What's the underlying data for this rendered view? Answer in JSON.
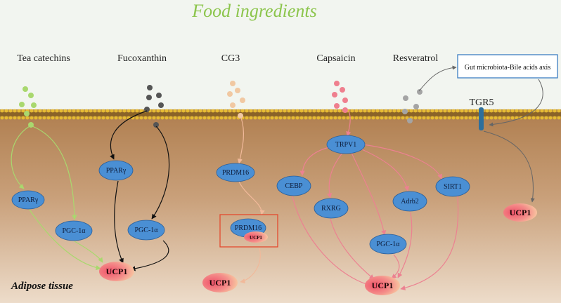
{
  "title": "Food ingredients",
  "ingredients": {
    "tea": "Tea catechins",
    "fuco": "Fucoxanthin",
    "cg3": "CG3",
    "caps": "Capsaicin",
    "resv": "Resveratrol"
  },
  "gut_box": "Gut microbiota-Bile acids axis",
  "tgr5": "TGR5",
  "tissue_label": "Adipose tissue",
  "nodes": {
    "pparg": "PPARγ",
    "pgc1a": "PGC-1α",
    "prdm16": "PRDM16",
    "trpv1": "TRPV1",
    "cebp": "CEBP",
    "rxrg": "RXRG",
    "adrb2": "Adrb2",
    "sirt1": "SIRT1"
  },
  "ucp1": "UCP1",
  "colors": {
    "tea": "#a9d86e",
    "fuco": "#555555",
    "cg3": "#f1c8a2",
    "caps": "#ef7f8e",
    "resv": "#a4a4a4",
    "node": "#4a8fd4",
    "membrane": "#c9a227",
    "tissue_top": "#b98a5c",
    "tissue_bottom": "#ead8c6"
  }
}
